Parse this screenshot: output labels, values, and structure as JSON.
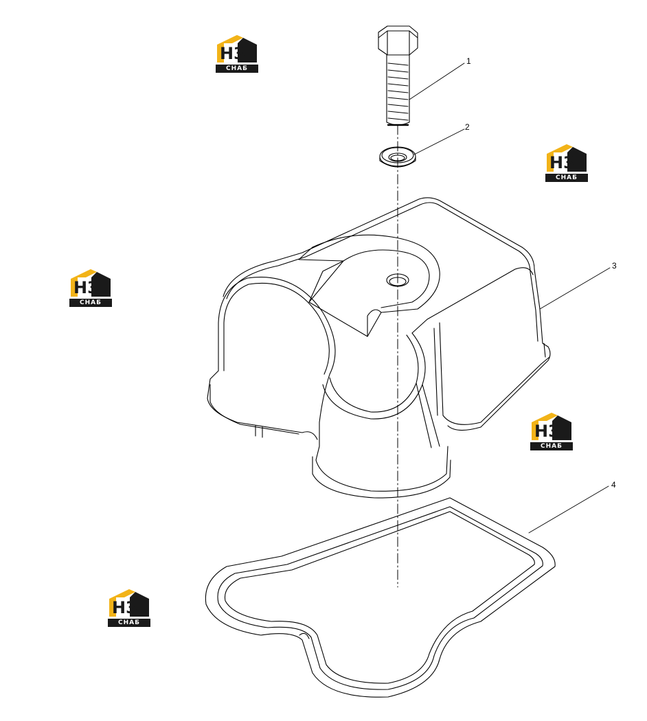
{
  "callouts": [
    {
      "id": "1",
      "label": "1"
    },
    {
      "id": "2",
      "label": "2"
    },
    {
      "id": "3",
      "label": "3"
    },
    {
      "id": "4",
      "label": "4"
    }
  ],
  "watermark": {
    "top": "НЗ",
    "bottom": "СНАБ",
    "colors": {
      "yellow": "#f2b318",
      "dark": "#1a1a1a"
    }
  },
  "line_color": "#000000"
}
